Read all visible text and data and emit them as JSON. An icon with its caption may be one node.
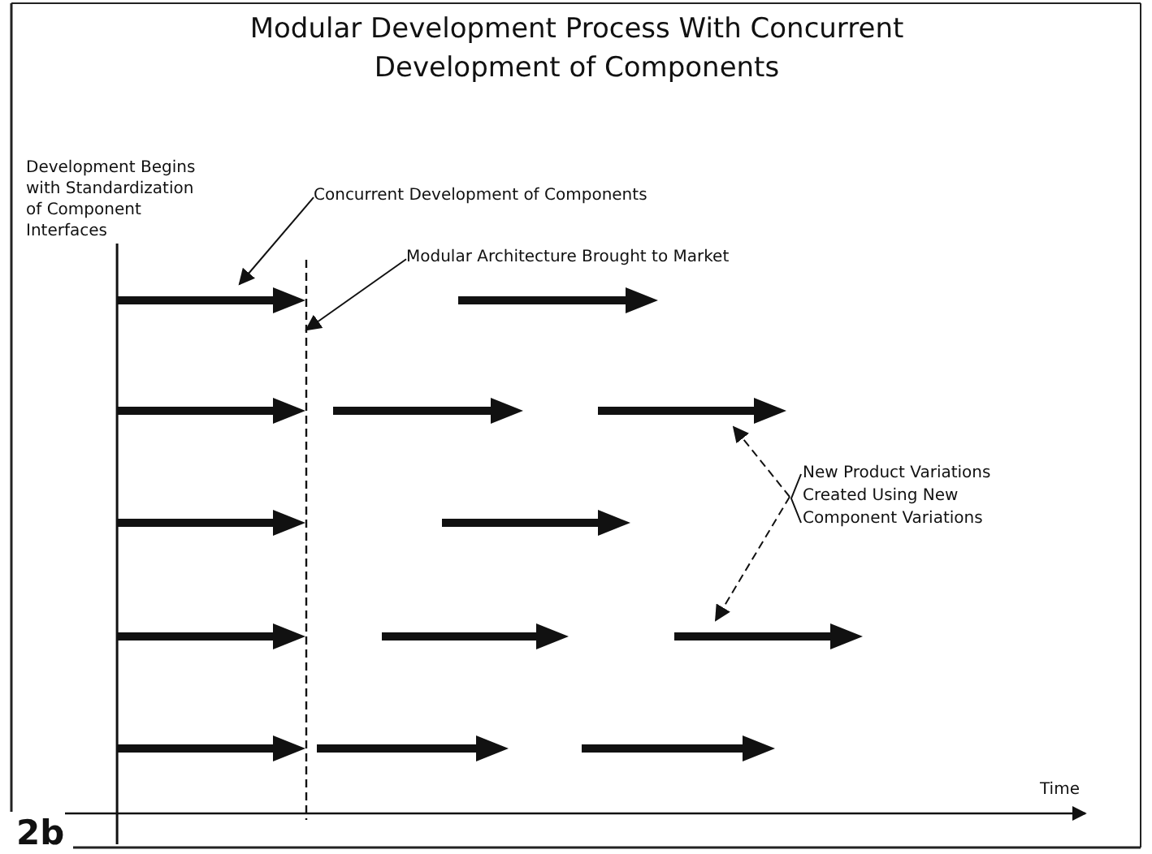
{
  "diagram": {
    "title": "Modular Development Process With Concurrent Development of Components",
    "nodes": [
      {
        "text": [
          "Concurrent Development of Components"
        ]
      },
      {
        "text": [],
        "shape": "arrow"
      },
      {
        "text": [
          "Modular Architecture Brought to Market"
        ]
      },
      {
        "text": [],
        "shape": "line"
      },
      {
        "text": [],
        "shape": "arrow"
      },
      {
        "text": [],
        "shape": "arrow"
      },
      {
        "text": [],
        "shape": "arrow"
      },
      {
        "text": [],
        "shape": "arrow"
      },
      {
        "text": [
          "New Product Variations Created Using New Component Variations"
        ]
      },
      {
        "text": [],
        "shape": "arrow"
      },
      {
        "text": [],
        "shape": "arrow"
      },
      {
        "text": [],
        "shape": "arrow"
      },
      {
        "text": [],
        "shape": "arrow"
      },
      {
        "text": [],
        "shape": "arrow"
      },
      {
        "text": [],
        "shape": "arrow"
      },
      {
        "text": [],
        "shape": "arrow"
      },
      {
        "text": [],
        "shape": "arrow"
      }
    ],
    "edges": [
      {
        "from": 0,
        "to": 1,
        "arrow": "to"
      },
      {
        "from": 2,
        "to": 3,
        "arrow": "to"
      },
      {
        "from": 8,
        "to": 7,
        "arrow": "to",
        "style": "dashed"
      },
      {
        "from": 8,
        "to": 13,
        "arrow": "to",
        "style": "dashed"
      }
    ],
    "labels": [
      "Development Begins with Standardization of Component Interfaces",
      "Time",
      "2b"
    ]
  }
}
